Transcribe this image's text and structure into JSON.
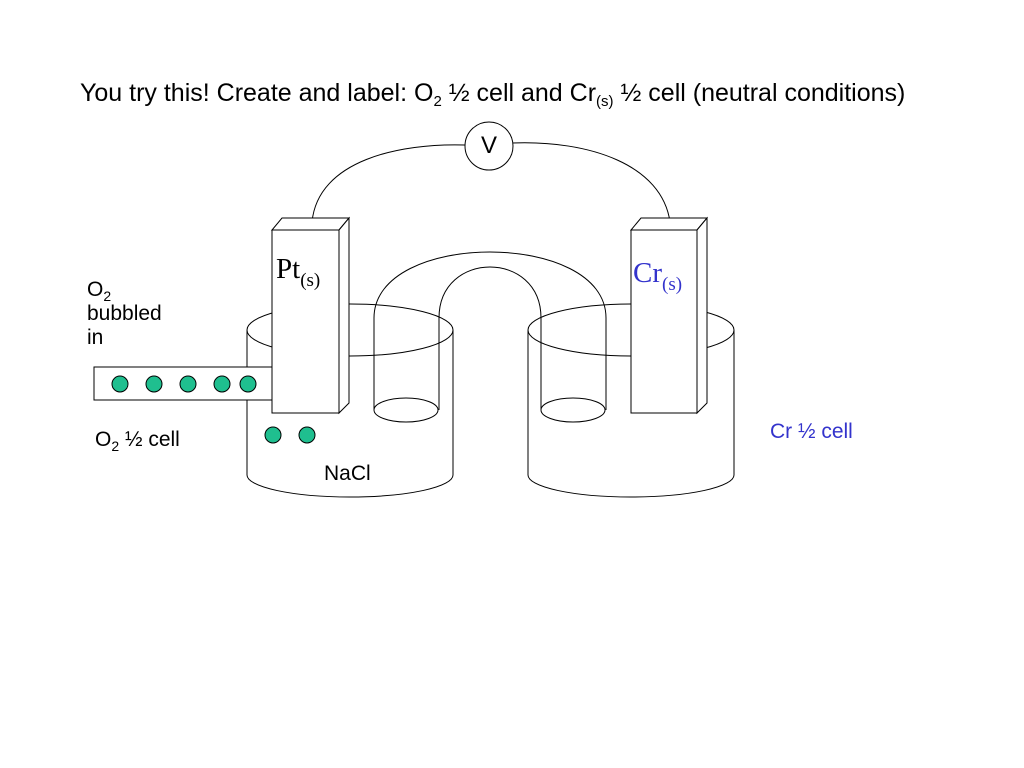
{
  "title": {
    "part1": "You try this!  Create and label: O",
    "sub1": "2",
    "part2": " ½ cell and Cr",
    "sub2": "(s)",
    "part3": " ½ cell (neutral conditions)"
  },
  "voltmeter": {
    "label": "V"
  },
  "left_electrode": {
    "symbol": "Pt",
    "state": "(s)"
  },
  "right_electrode": {
    "symbol": "Cr",
    "state": "(s)"
  },
  "gas_inlet": {
    "formula": "O",
    "subscript": "2",
    "line2": "bubbled",
    "line3": "in"
  },
  "left_cell": {
    "formula": "O",
    "subscript": "2",
    "suffix": " ½ cell"
  },
  "solution": {
    "label": "NaCl"
  },
  "right_cell": {
    "label": "Cr ½ cell"
  },
  "colors": {
    "bubble": "#1fbf8f",
    "cr_label": "#3333cc",
    "line": "#000000"
  }
}
